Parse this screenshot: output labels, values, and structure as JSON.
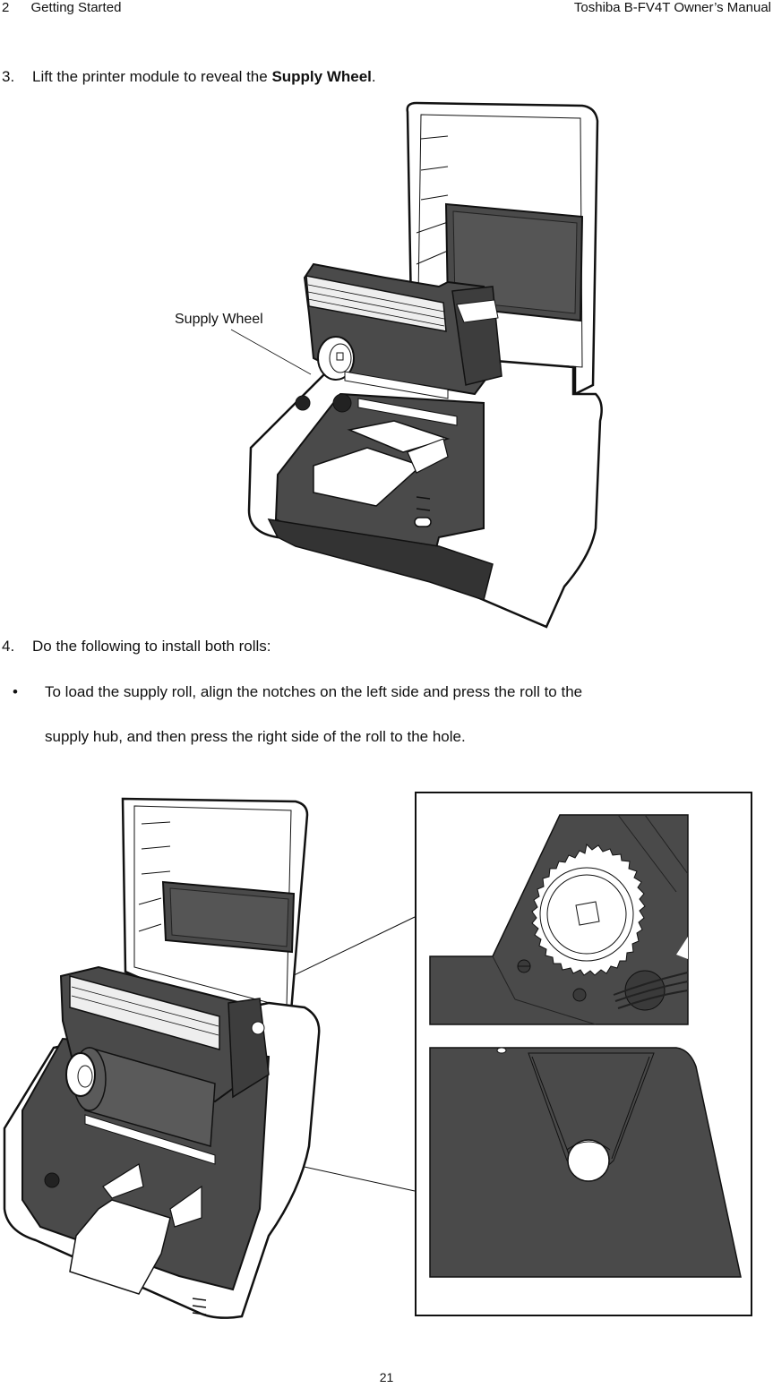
{
  "header": {
    "chapter_number": "2",
    "chapter_title": "Getting Started",
    "manual_title": "Toshiba B-FV4T Owner’s Manual"
  },
  "steps": [
    {
      "number": "3.",
      "text_before": "Lift the printer module to reveal the ",
      "text_bold": "Supply Wheel",
      "text_after": "."
    },
    {
      "number": "4.",
      "text": "Do the following to install both rolls:"
    }
  ],
  "bullets": [
    {
      "symbol": "•",
      "line1": "To load the supply roll, align the notches on the left side and press the roll to the",
      "line2": "supply hub, and then press the right side of the roll to the hole."
    }
  ],
  "figures": {
    "figure1": {
      "description": "Printer with top cover and printer module lifted",
      "callout": "Supply Wheel"
    },
    "figure2": {
      "description": "Printer with supply roll installed, with detail inset"
    },
    "inset": {
      "top_panel": "Supply hub gear (notched wheel, left side)",
      "bottom_panel": "Right side hole"
    }
  },
  "colors": {
    "dark_part": "#4a4a4a",
    "outline": "#111111",
    "body_white": "#ffffff"
  },
  "footer": {
    "page_number": "21"
  }
}
